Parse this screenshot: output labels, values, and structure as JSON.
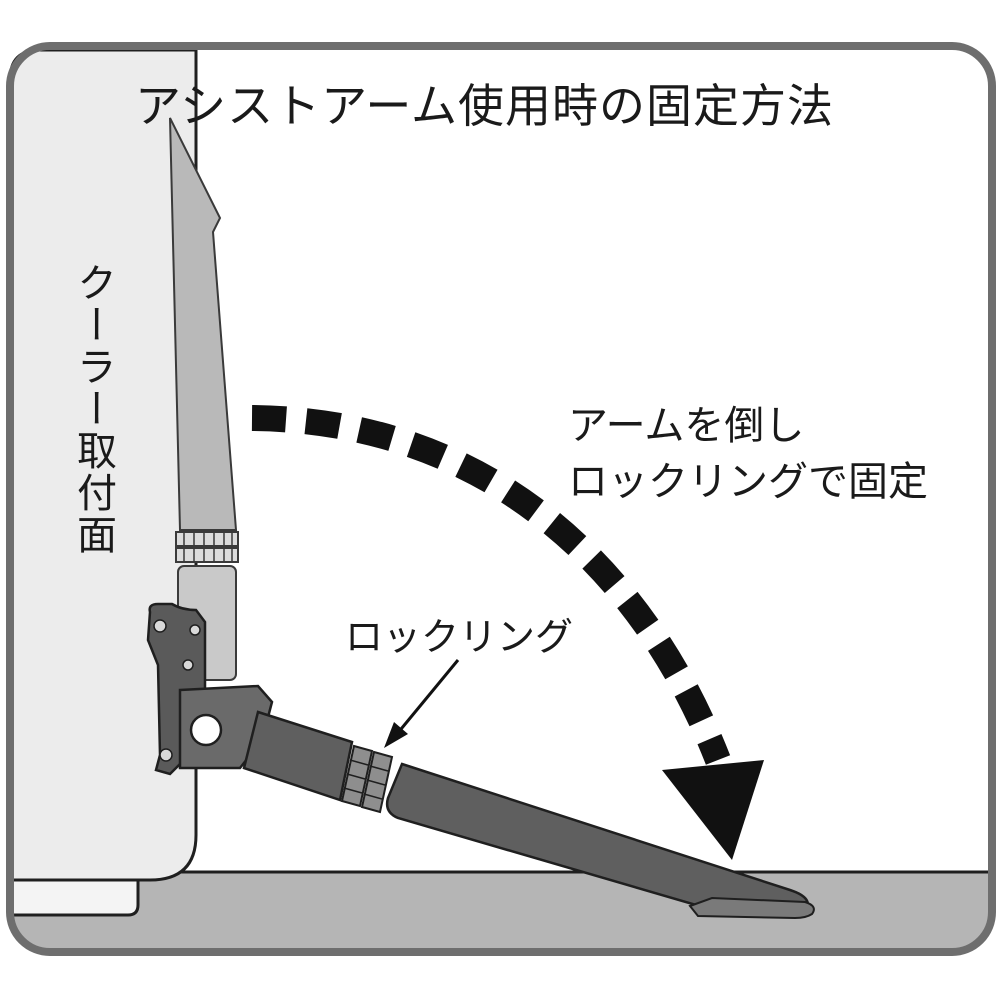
{
  "title": "アシストアーム使用時の固定方法",
  "mount_surface_label": "クーラー取付面",
  "instruction": {
    "line1": "アームを倒し",
    "line2": "ロックリングで固定"
  },
  "lock_ring_label": "ロックリング",
  "colors": {
    "frame_border": "#6e6e6e",
    "cooler_body": "#ececec",
    "ground": "#b5b5b5",
    "arm_light": "#b9b9b9",
    "arm_dark": "#5a5a5a",
    "outline": "#1f1f1f",
    "arrow": "#111111"
  }
}
